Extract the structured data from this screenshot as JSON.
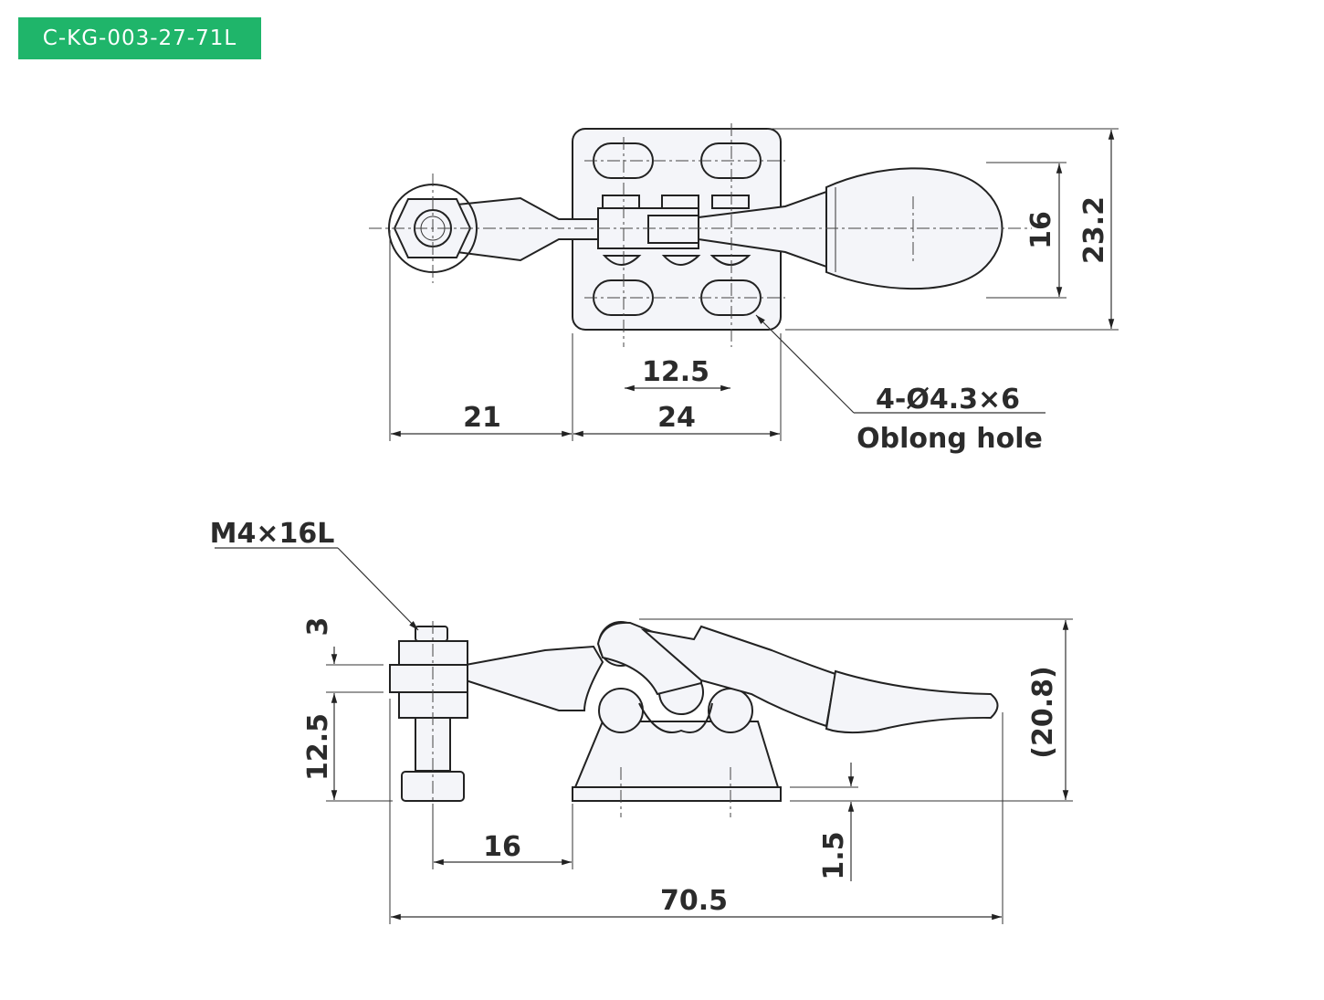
{
  "model_code": "C-KG-003-27-71L",
  "colors": {
    "badge": "#1fb56a",
    "line": "#222222",
    "fill": "#f4f5f9"
  },
  "top_view": {
    "dimensions": {
      "d_21": "21",
      "d_24": "24",
      "d_12_5": "12.5",
      "d_16": "16",
      "d_23_2": "23.2"
    },
    "hole_callout": {
      "line1": "4-Ø4.3×6",
      "line2": "Oblong hole"
    }
  },
  "side_view": {
    "bolt_callout": "M4×16L",
    "dimensions": {
      "d_3": "3",
      "d_12_5": "12.5",
      "d_16": "16",
      "d_1_5": "1.5",
      "d_70_5": "70.5",
      "d_20_8": "(20.8)"
    }
  }
}
